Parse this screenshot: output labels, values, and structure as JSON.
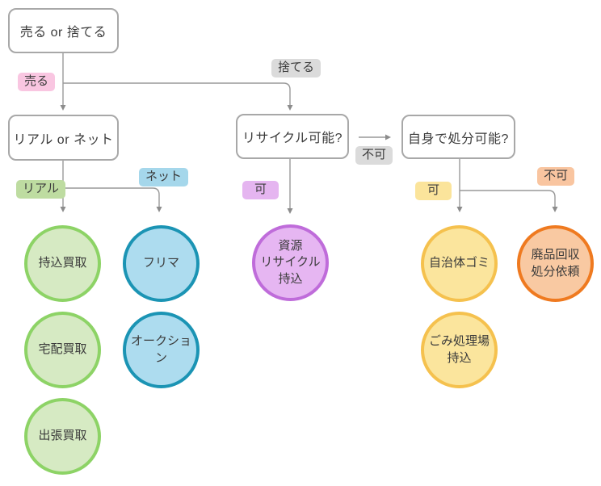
{
  "diagram": {
    "nodes": {
      "root": "売る or 捨てる",
      "real_or_net": "リアル or ネット",
      "recyclable": "リサイクル可能?",
      "self_disposal": "自身で処分可能?"
    },
    "edges": {
      "sell": "売る",
      "discard": "捨てる",
      "real": "リアル",
      "net": "ネット",
      "recycle_ok": "可",
      "recycle_ng": "不可",
      "self_ok": "可",
      "self_ng": "不可"
    },
    "leaves": {
      "bring_in_purchase": "持込買取",
      "delivery_purchase": "宅配買取",
      "visit_purchase": "出張買取",
      "flea_market": "フリマ",
      "auction": "オークション",
      "recycle_center": "資源\nリサイクル\n持込",
      "municipal_garbage": "自治体ゴミ",
      "garbage_plant_bring_in": "ごみ処理場\n持込",
      "waste_collection_request": "廃品回収\n処分依頼"
    },
    "colors": {
      "node_border": "#a8a8a8",
      "connector_line": "#999999",
      "text": "#3b3b3b",
      "label_sell": "#f9c6e1",
      "label_gray": "#dbdbdb",
      "label_real": "#bedca1",
      "label_net": "#a5d7eb",
      "label_purple": "#e5b5f0",
      "label_yellow": "#fbe49b",
      "label_peach": "#f9c5a0",
      "green_fill": "#d6eac3",
      "green_border": "#8dd366",
      "blue_fill": "#addcef",
      "blue_border": "#1b94b4",
      "purple_fill": "#e6b6f2",
      "purple_border": "#bf6cda",
      "yellow_fill": "#fbe59d",
      "yellow_border": "#f5c14e",
      "orange_fill": "#f9c9a2",
      "orange_border": "#ef7a20"
    }
  }
}
